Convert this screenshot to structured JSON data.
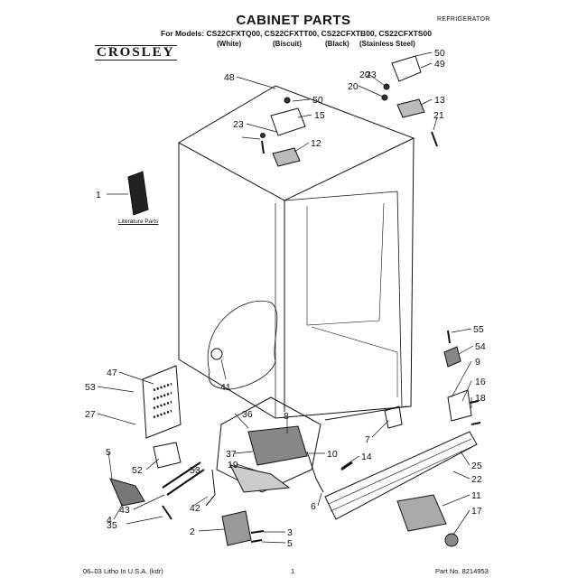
{
  "header": {
    "title": "CABINET PARTS",
    "section": "REFRIGERATOR",
    "models_line": "For Models: CS22CFXTQ00, CS22CFXTT00, CS22CFXTB00, CS22CFXTS00",
    "variants": [
      "(White)",
      "(Biscuit)",
      "(Black)",
      "(Stainless Steel)"
    ],
    "brand_logo": "CROSLEY"
  },
  "diagram": {
    "literature_label": "Literature Parts",
    "callouts": [
      "50",
      "49",
      "48",
      "50",
      "15",
      "23",
      "20",
      "23",
      "13",
      "20",
      "21",
      "12",
      "1",
      "55",
      "54",
      "9",
      "47",
      "41",
      "16",
      "53",
      "18",
      "36",
      "8",
      "27",
      "7",
      "10",
      "14",
      "5",
      "37",
      "19",
      "25",
      "52",
      "53",
      "22",
      "6",
      "11",
      "43",
      "42",
      "4",
      "35",
      "17",
      "2",
      "3",
      "5"
    ]
  },
  "footer": {
    "left": "06–03 Litho In U.S.A. (kdr)",
    "center": "1",
    "right": "Part No. 8214953"
  }
}
